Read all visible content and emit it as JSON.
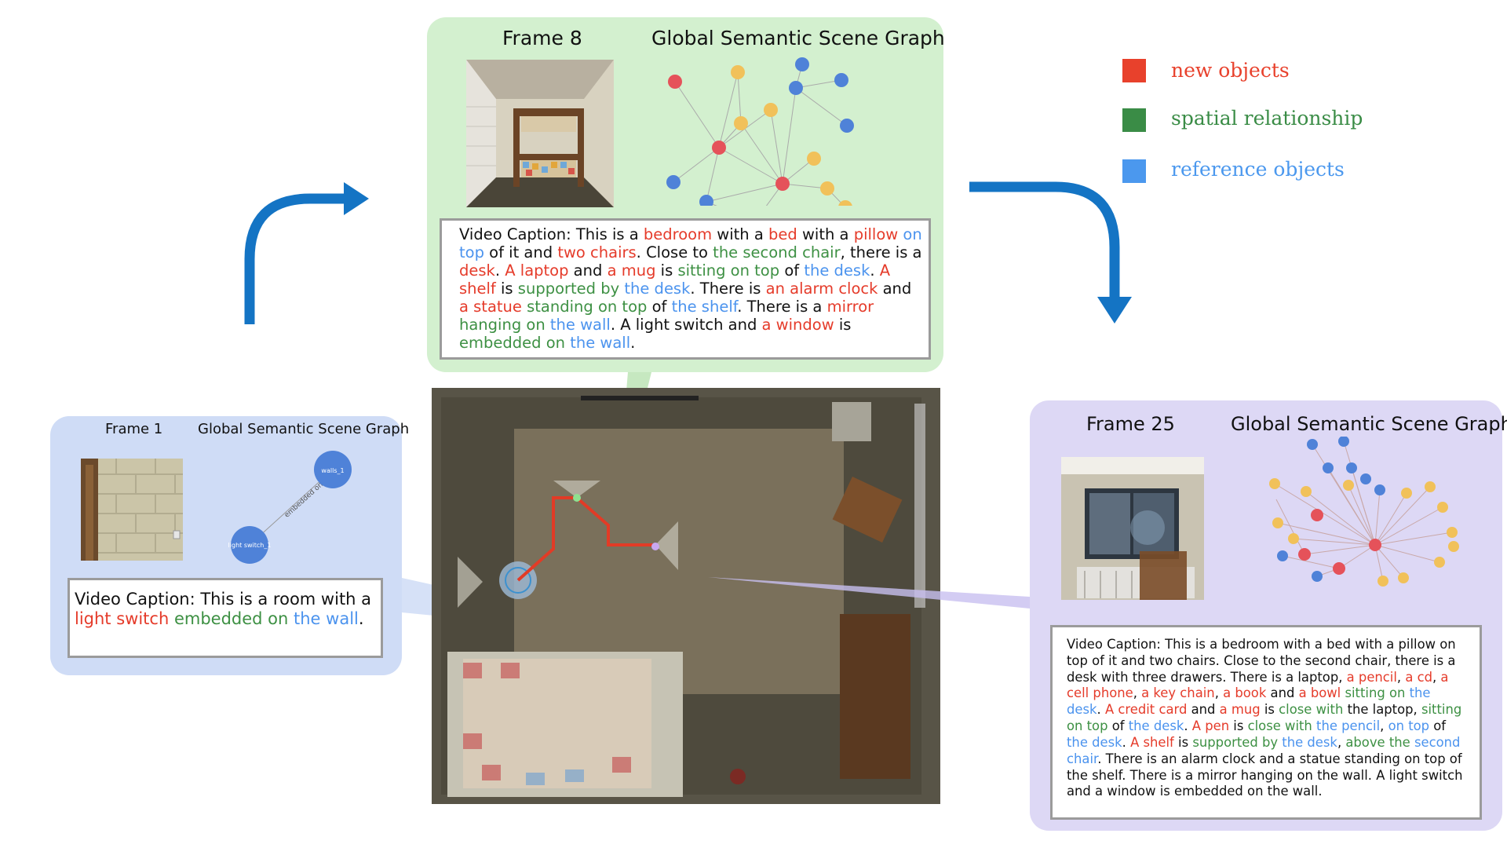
{
  "legend": [
    {
      "label": "new objects",
      "color": "#e8412c"
    },
    {
      "label": "spatial relationship",
      "color": "#3a8c46"
    },
    {
      "label": "reference objects",
      "color": "#4b98ee"
    }
  ],
  "panel_frame1": {
    "frame_label": "Frame 1",
    "graph_title": "Global Semantic Scene Graph",
    "graph_nodes": [
      "walls_1",
      "light switch_1"
    ],
    "graph_edge": "embedded on",
    "caption_prefix": "Video Caption: This is a room with a",
    "caption_new": "light switch",
    "caption_rel": "embedded on",
    "caption_ref": "the wall",
    "caption_end": "."
  },
  "panel_frame8": {
    "frame_label": "Frame 8",
    "graph_title": "Global Semantic Scene Graph",
    "caption": [
      {
        "t": "Video Caption: This is a ",
        "c": ""
      },
      {
        "t": "bedroom",
        "c": "r"
      },
      {
        "t": " with a ",
        "c": ""
      },
      {
        "t": "bed",
        "c": "r"
      },
      {
        "t": " with a ",
        "c": ""
      },
      {
        "t": "pillow",
        "c": "r"
      },
      {
        "t": " on top",
        "c": "b"
      },
      {
        "t": " of it and ",
        "c": ""
      },
      {
        "t": "two chairs",
        "c": "r"
      },
      {
        "t": ". Close to ",
        "c": ""
      },
      {
        "t": "the second chair",
        "c": "g"
      },
      {
        "t": ", there is a ",
        "c": ""
      },
      {
        "t": "desk",
        "c": "r"
      },
      {
        "t": ". ",
        "c": ""
      },
      {
        "t": "A laptop",
        "c": "r"
      },
      {
        "t": " and ",
        "c": ""
      },
      {
        "t": "a mug",
        "c": "r"
      },
      {
        "t": " is ",
        "c": ""
      },
      {
        "t": "sitting on top",
        "c": "g"
      },
      {
        "t": " of ",
        "c": ""
      },
      {
        "t": "the desk",
        "c": "b"
      },
      {
        "t": ". ",
        "c": ""
      },
      {
        "t": "A shelf",
        "c": "r"
      },
      {
        "t": " is ",
        "c": ""
      },
      {
        "t": "supported by",
        "c": "g"
      },
      {
        "t": " ",
        "c": ""
      },
      {
        "t": "the desk",
        "c": "b"
      },
      {
        "t": ". There is ",
        "c": ""
      },
      {
        "t": "an alarm clock",
        "c": "r"
      },
      {
        "t": " and ",
        "c": ""
      },
      {
        "t": "a statue",
        "c": "r"
      },
      {
        "t": " standing on top",
        "c": "g"
      },
      {
        "t": " of ",
        "c": ""
      },
      {
        "t": "the shelf",
        "c": "b"
      },
      {
        "t": ". There is a ",
        "c": ""
      },
      {
        "t": "mirror",
        "c": "r"
      },
      {
        "t": " hanging on",
        "c": "g"
      },
      {
        "t": " ",
        "c": ""
      },
      {
        "t": "the wall",
        "c": "b"
      },
      {
        "t": ". A light switch and ",
        "c": ""
      },
      {
        "t": "a window",
        "c": "r"
      },
      {
        "t": " is ",
        "c": ""
      },
      {
        "t": "embedded on",
        "c": "g"
      },
      {
        "t": " ",
        "c": ""
      },
      {
        "t": "the wall",
        "c": "b"
      },
      {
        "t": ".",
        "c": ""
      }
    ]
  },
  "panel_frame25": {
    "frame_label": "Frame 25",
    "graph_title": "Global Semantic Scene Graph",
    "caption": [
      {
        "t": "Video Caption: This is a bedroom with a bed with a pillow on top of it and two chairs. Close to the second chair, there is a desk with three drawers. There is a laptop, ",
        "c": ""
      },
      {
        "t": "a pencil",
        "c": "r"
      },
      {
        "t": ", ",
        "c": ""
      },
      {
        "t": "a cd",
        "c": "r"
      },
      {
        "t": ", ",
        "c": ""
      },
      {
        "t": "a cell phone",
        "c": "r"
      },
      {
        "t": ", ",
        "c": ""
      },
      {
        "t": "a key chain",
        "c": "r"
      },
      {
        "t": ", ",
        "c": ""
      },
      {
        "t": "a book",
        "c": "r"
      },
      {
        "t": " and ",
        "c": ""
      },
      {
        "t": "a bowl",
        "c": "r"
      },
      {
        "t": " sitting on",
        "c": "g"
      },
      {
        "t": " ",
        "c": ""
      },
      {
        "t": "the desk",
        "c": "b"
      },
      {
        "t": ". ",
        "c": ""
      },
      {
        "t": "A credit card",
        "c": "r"
      },
      {
        "t": " and ",
        "c": ""
      },
      {
        "t": "a mug",
        "c": "r"
      },
      {
        "t": " is ",
        "c": ""
      },
      {
        "t": "close with",
        "c": "g"
      },
      {
        "t": " the laptop, ",
        "c": ""
      },
      {
        "t": "sitting on top",
        "c": "g"
      },
      {
        "t": " of ",
        "c": ""
      },
      {
        "t": "the desk",
        "c": "b"
      },
      {
        "t": ". ",
        "c": ""
      },
      {
        "t": "A pen",
        "c": "r"
      },
      {
        "t": " is ",
        "c": ""
      },
      {
        "t": "close with",
        "c": "g"
      },
      {
        "t": " ",
        "c": ""
      },
      {
        "t": "the pencil",
        "c": "b"
      },
      {
        "t": ", ",
        "c": ""
      },
      {
        "t": "on top",
        "c": "b"
      },
      {
        "t": " of ",
        "c": ""
      },
      {
        "t": "the desk",
        "c": "b"
      },
      {
        "t": ". ",
        "c": ""
      },
      {
        "t": "A shelf",
        "c": "r"
      },
      {
        "t": " is ",
        "c": ""
      },
      {
        "t": "supported by",
        "c": "g"
      },
      {
        "t": " ",
        "c": ""
      },
      {
        "t": "the desk",
        "c": "b"
      },
      {
        "t": ", ",
        "c": ""
      },
      {
        "t": "above the",
        "c": "g"
      },
      {
        "t": " ",
        "c": ""
      },
      {
        "t": "second chair",
        "c": "b"
      },
      {
        "t": ". There is an alarm clock and a statue standing on top of the shelf. There is a mirror hanging on the wall. A light switch and a window is embedded on the wall.",
        "c": ""
      }
    ]
  },
  "colors": {
    "accent_arrow": "#1474c4",
    "path_line": "#e23b26"
  }
}
